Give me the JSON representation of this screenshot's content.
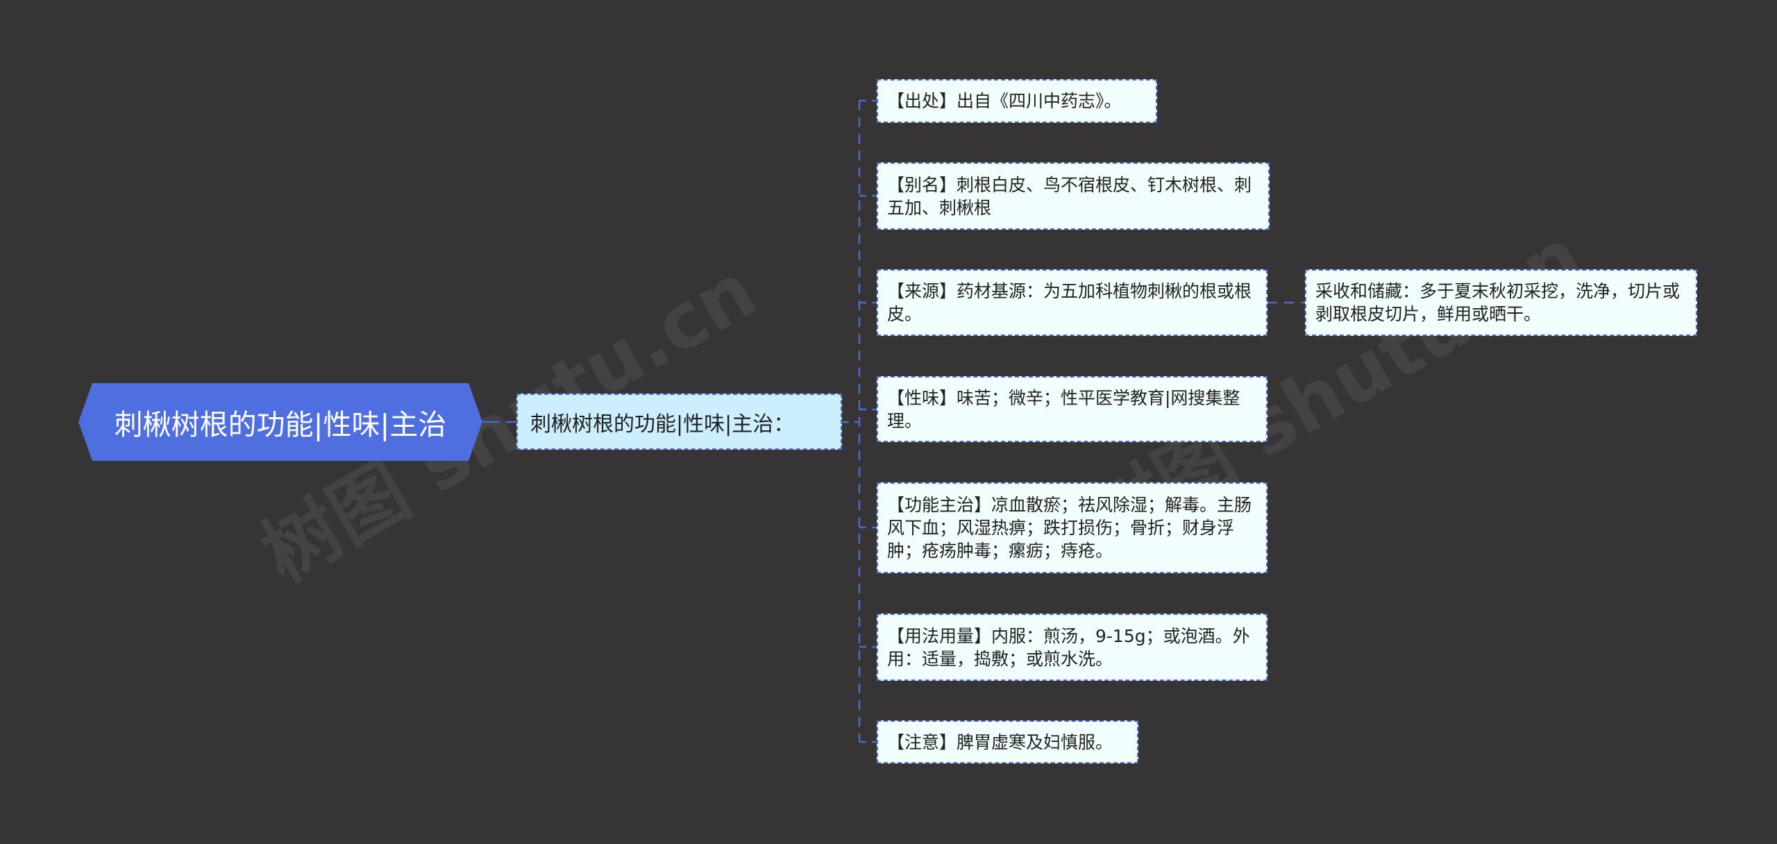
{
  "colors": {
    "background": "#363435",
    "root_fill": "#4f6fe0",
    "level1_fill": "#cdeefd",
    "leaf_fill": "#f2fdfd",
    "connector": "#4a6ad0"
  },
  "watermark": {
    "text_cn": "树图",
    "text_en": "shutu.cn"
  },
  "root": {
    "label": "刺楸树根的功能|性味|主治"
  },
  "level1": {
    "label": "刺楸树根的功能|性味|主治："
  },
  "leaves": [
    {
      "label": "【出处】出自《四川中药志》。"
    },
    {
      "label": "【别名】刺根白皮、鸟不宿根皮、钉木树根、刺五加、刺楸根"
    },
    {
      "label": "【来源】药材基源：为五加科植物刺楸的根或根皮。",
      "child": {
        "label": "采收和储藏：多于夏末秋初采挖，洗净，切片或剥取根皮切片，鲜用或晒干。"
      }
    },
    {
      "label": "【性味】味苦；微辛；性平医学教育|网搜集整理。"
    },
    {
      "label": "【功能主治】凉血散瘀；祛风除湿；解毒。主肠风下血；风湿热痹；跌打损伤；骨折；财身浮肿；疮疡肿毒；瘰疬；痔疮。"
    },
    {
      "label": "【用法用量】内服：煎汤，9-15g；或泡酒。外用：适量，捣敷；或煎水洗。"
    },
    {
      "label": "【注意】脾胃虚寒及妇慎服。"
    }
  ]
}
